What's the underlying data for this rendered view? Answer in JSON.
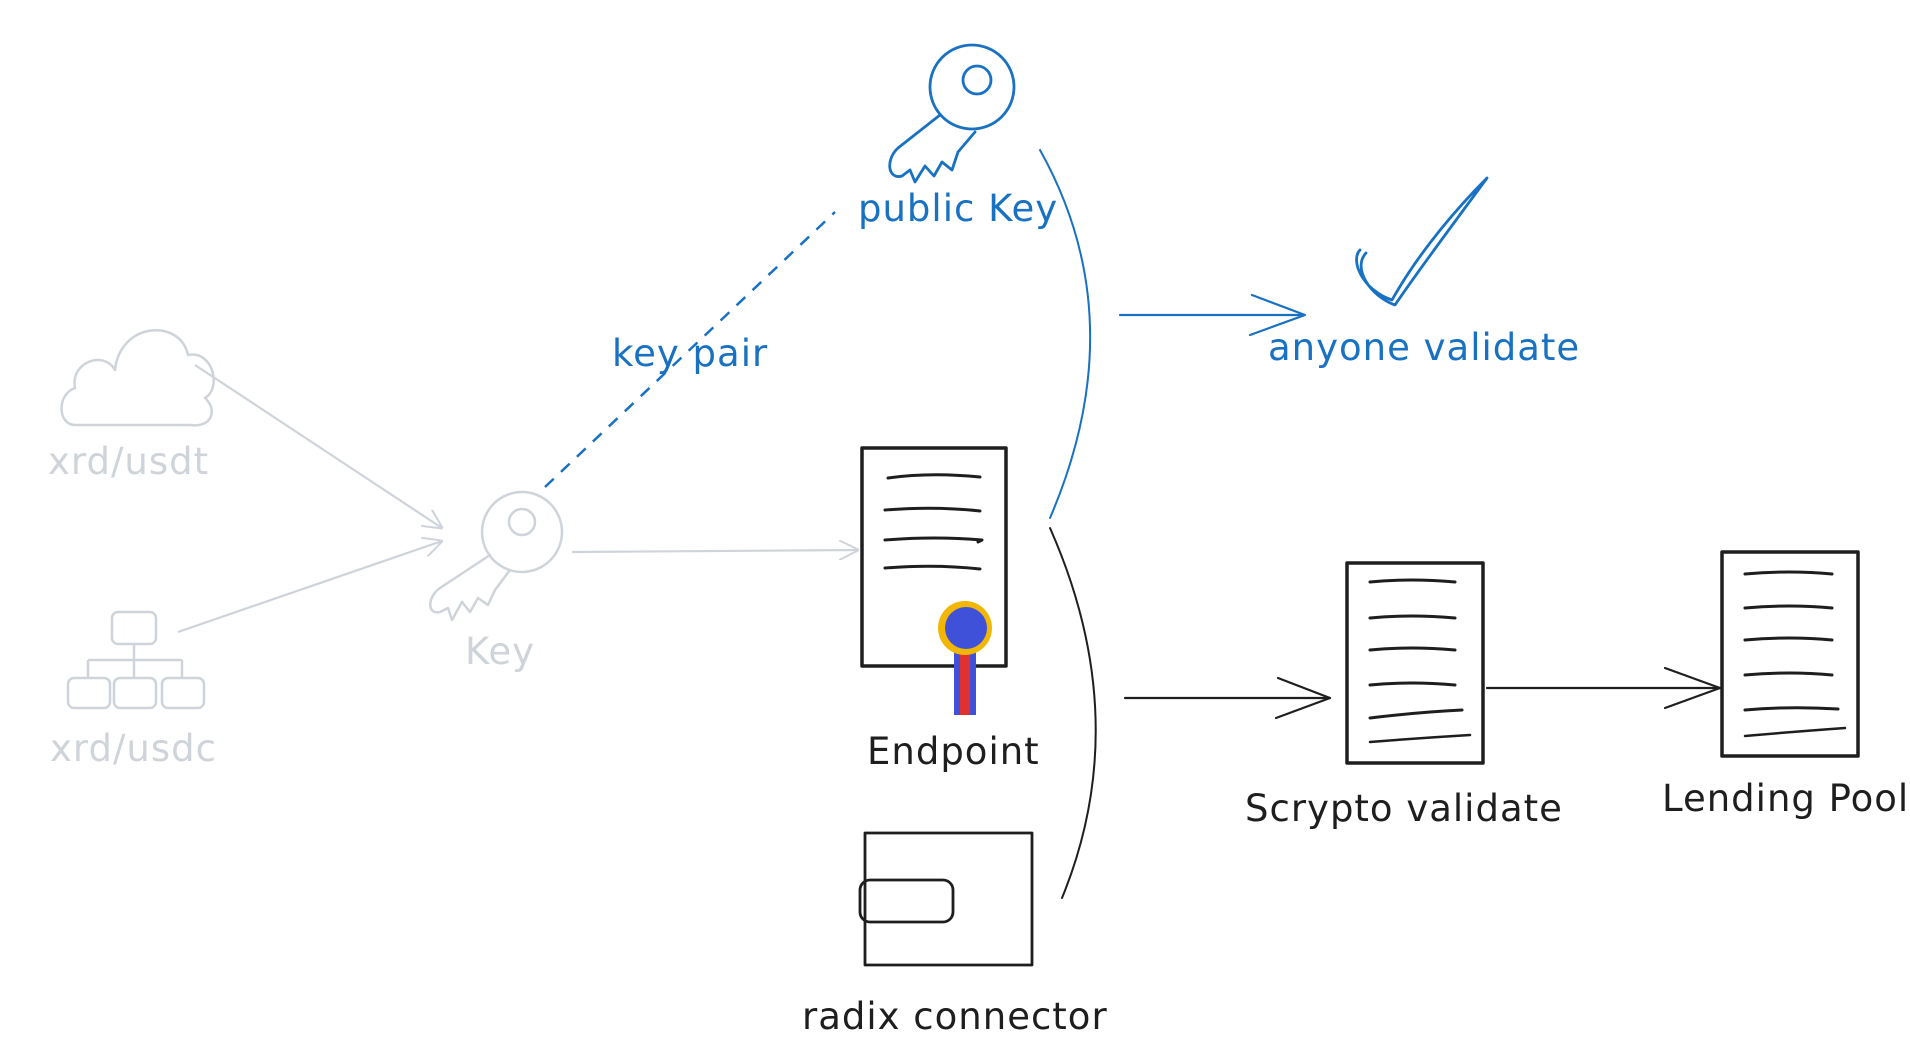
{
  "labels": {
    "xrd_usdt": "xrd/usdt",
    "xrd_usdc": "xrd/usdc",
    "key": "Key",
    "key_pair": "key pair",
    "public_key": "public Key",
    "anyone_validate": "anyone validate",
    "endpoint": "Endpoint",
    "radix_connector": "radix connector",
    "scrypto_validate": "Scrypto validate",
    "lending_pool": "Lending Pool"
  },
  "colors": {
    "faded": "#ced4da",
    "blue": "#1971c2",
    "dark": "#1e1e1e",
    "seal_blue": "#3f51d8",
    "seal_red": "#e03131",
    "seal_gold": "#f2b705"
  },
  "icons": [
    "cloud-icon",
    "network-icon",
    "key-icon",
    "document-icon",
    "seal-icon",
    "checkmark-icon",
    "card-icon"
  ]
}
